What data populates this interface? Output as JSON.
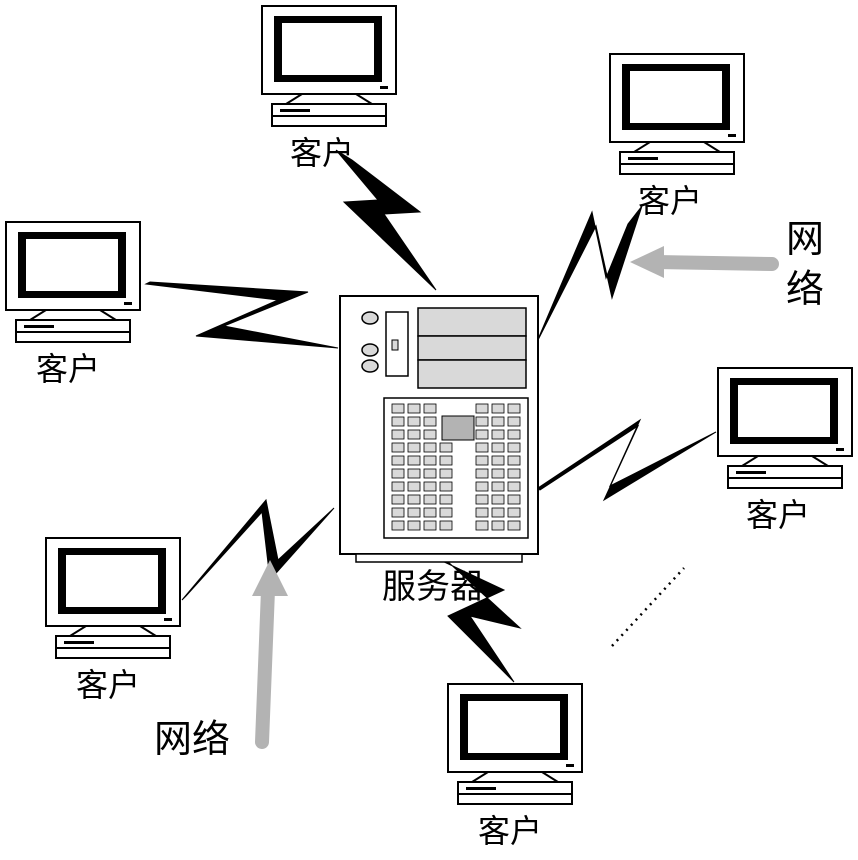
{
  "labels": {
    "client": "客户",
    "server": "服务器",
    "network_right": [
      "网",
      "络"
    ],
    "network_left": "网络"
  },
  "colors": {
    "stroke": "#000000",
    "screen_bezel": "#000000",
    "arrow": "#b3b3b3",
    "server_panel": "#d9d9d9",
    "background": "#ffffff"
  },
  "icons": {
    "client": "desktop-computer-icon",
    "server": "tower-server-icon",
    "link": "lightning-bolt-link"
  }
}
